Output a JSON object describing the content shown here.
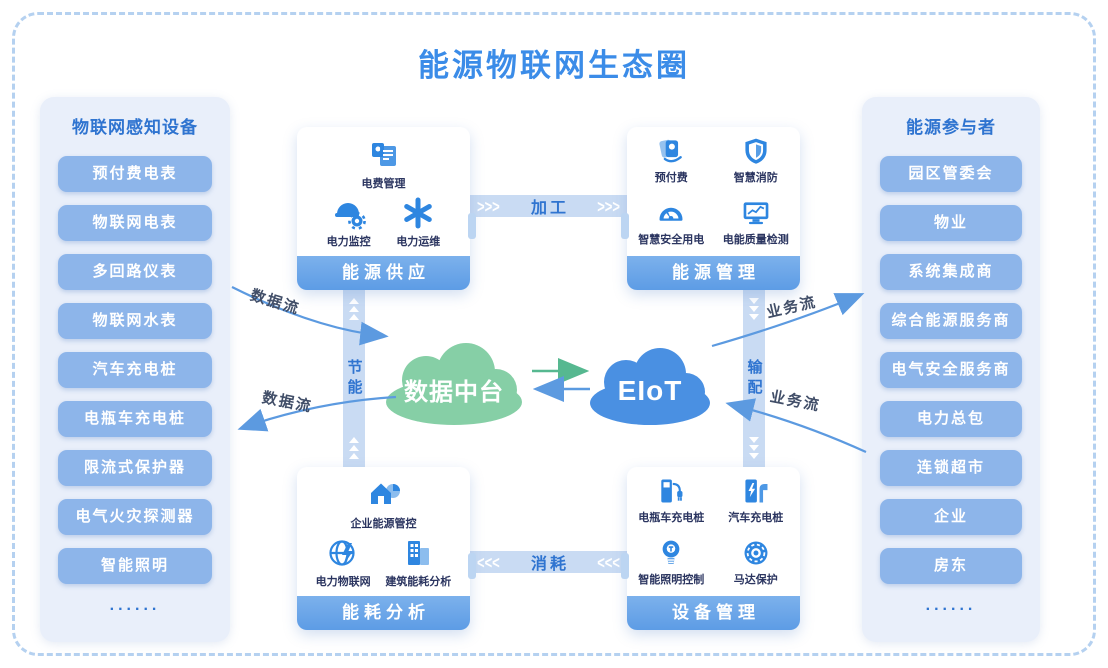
{
  "title": "能源物联网生态圈",
  "left_panel": {
    "title": "物联网感知设备",
    "items": [
      "预付费电表",
      "物联网电表",
      "多回路仪表",
      "物联网水表",
      "汽车充电桩",
      "电瓶车充电桩",
      "限流式保护器",
      "电气火灾探测器",
      "智能照明"
    ],
    "more": "......"
  },
  "right_panel": {
    "title": "能源参与者",
    "items": [
      "园区管委会",
      "物业",
      "系统集成商",
      "综合能源服务商",
      "电气安全服务商",
      "电力总包",
      "连锁超市",
      "企业",
      "房东"
    ],
    "more": "......"
  },
  "cards": {
    "supply": {
      "title": "能源供应",
      "features": [
        {
          "icon": "bill-icon",
          "label": "电费管理"
        },
        {
          "icon": "helmet-gear-icon",
          "label": "电力监控"
        },
        {
          "icon": "asterisk-icon",
          "label": "电力运维"
        }
      ]
    },
    "management": {
      "title": "能源管理",
      "features": [
        {
          "icon": "prepay-card-icon",
          "label": "预付费"
        },
        {
          "icon": "shield-icon",
          "label": "智慧消防"
        },
        {
          "icon": "gauge-icon",
          "label": "智慧安全用电"
        },
        {
          "icon": "monitor-chart-icon",
          "label": "电能质量检测"
        }
      ]
    },
    "analysis": {
      "title": "能耗分析",
      "features": [
        {
          "icon": "house-pie-icon",
          "label": "企业能源管控"
        },
        {
          "icon": "globe-bolt-icon",
          "label": "电力物联网"
        },
        {
          "icon": "building-icon",
          "label": "建筑能耗分析"
        }
      ]
    },
    "device": {
      "title": "设备管理",
      "features": [
        {
          "icon": "ebike-charger-icon",
          "label": "电瓶车充电桩"
        },
        {
          "icon": "car-charger-icon",
          "label": "汽车充电桩"
        },
        {
          "icon": "bulb-icon",
          "label": "智能照明控制"
        },
        {
          "icon": "motor-icon",
          "label": "马达保护"
        }
      ]
    }
  },
  "clouds": {
    "data_platform": "数据中台",
    "eiot": "EIoT"
  },
  "flows": {
    "process": "加工",
    "consume": "消耗",
    "saving": "节能",
    "distribution": "输配",
    "data_flow_top": "数据流",
    "data_flow_bottom": "数据流",
    "biz_flow_top": "业务流",
    "biz_flow_bottom": "业务流"
  },
  "colors": {
    "title_blue": "#3b8ce8",
    "head_blue": "#2f74d0",
    "frame_blue": "#b5d1f0",
    "panel_bg": "#e9effa",
    "pill_bg": "#8db5ea",
    "band_bg": "#c9dbf3",
    "icon_blue": "#2e86e0",
    "cloud_green": "#86cfa6",
    "cloud_blue": "#4a90e2",
    "arrow_blue": "#5c9ae0",
    "arrow_green": "#56b890"
  }
}
